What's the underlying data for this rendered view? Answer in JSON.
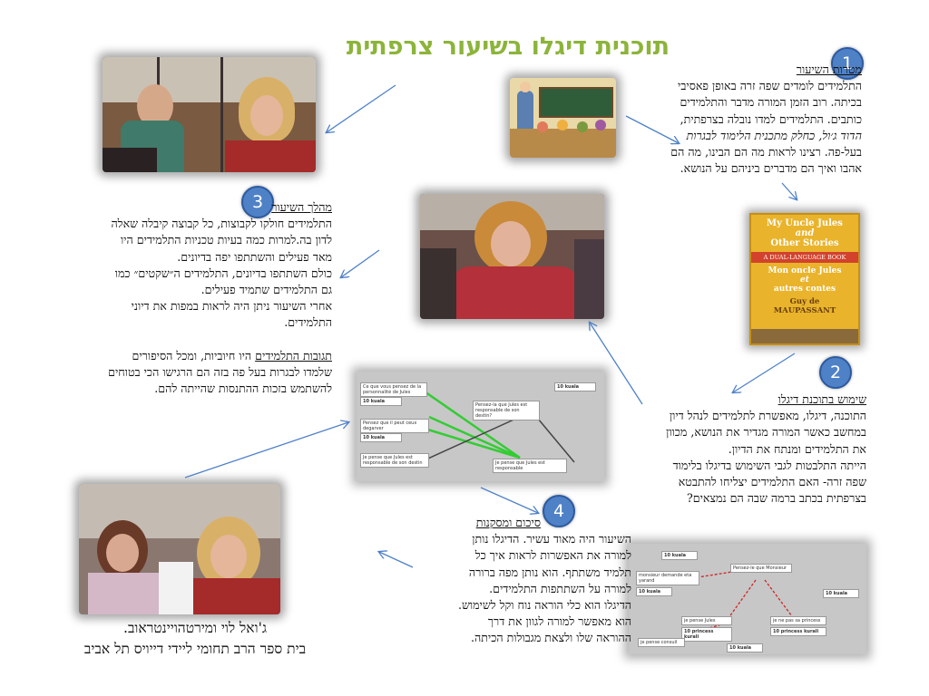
{
  "title": "תוכנית דיגלו בשיעור צרפתית",
  "badges": [
    "1",
    "2",
    "3",
    "4"
  ],
  "section1": {
    "heading": "מטרות השיעור",
    "lines": [
      "התלמידים לומדים שפה זרה באופן פאסיבי",
      "בכיתה. רוב הזמן המורה מדבר והתלמידים",
      "כותבים. התלמידים למדו נובלה בצרפתית,",
      "הדוד ג׳ול, כחלק מתכנית הלימוד לבגרות",
      "בעל-פה. רצינו לראות מה הם הבינו, מה הם",
      "אהבו ואיך הם מדברים ביניהם על הנושא."
    ]
  },
  "section2": {
    "heading": "שימוש בתוכנת דיגלו",
    "lines": [
      "התוכנה, דיגלו, מאפשרת לתלמידים לנהל דיון",
      "במחשב כאשר המורה מגדיר את הנושא, מכוון",
      "את התלמידים ומנתח  את הדיון.",
      "הייתה התלבטות לגבי השימוש בדיגלו בלימוד",
      "שפה זרה- האם התלמידים יצליחו להתבטא",
      "בצרפתית בכתב ברמה שבה הם נמצאים?"
    ]
  },
  "section3": {
    "heading": "מהלך השיעור",
    "lines": [
      "התלמידים חולקו לקבוצות, כל קבוצה קיבלה שאלה",
      "לדון בה.למרות כמה בעיות טכניות התלמידים היו",
      "מאד פעילים והשתתפו יפה בדיונים.",
      "כולם השתתפו בדיונים, התלמידים ה״שקטים״ כמו",
      "גם התלמידים שתמיד פעילים.",
      "אחרי השיעור ניתן היה לראות במפות את דיוני",
      "התלמידים."
    ],
    "reactions_heading": "תגובות התלמידים",
    "reactions_first": " היו חיוביות, ומכל הסיפורים",
    "reactions_lines": [
      "שלמדו לבגרות בעל פה בזה הם הרגישו הכי בטוחים",
      "להשתמש בזכות ההתנסות שהייתה להם."
    ]
  },
  "section4": {
    "heading": "סיכום ומסקנות",
    "lines": [
      "השיעור היה מאוד עשיר. הדיגלו נותן",
      "למורה את האפשרות לראות איך כל",
      "תלמיד משתתף. הוא נותן מפה ברורה",
      "למורה על השתתפות התלמידים.",
      "הדיגלו הוא כלי הוראה נוח וקל לשימוש.",
      "הוא מאפשר למורה לגוון את דרך",
      "ההוראה שלו ולצאת מגבולות הכיתה."
    ]
  },
  "book": {
    "title_en_1": "My Uncle Jules",
    "title_en_2": "and",
    "title_en_3": "Other Stories",
    "band": "A DUAL-LANGUAGE BOOK",
    "title_fr_1": "Mon oncle Jules",
    "title_fr_2": "et",
    "title_fr_3": "autres contes",
    "author_1": "Guy de",
    "author_2": "MAUPASSANT"
  },
  "map1_notes": [
    "Ce que vous pensez de la personnalité de Jules",
    "10 kuala",
    "Pensez-la que Jules est responsable de son destin?",
    "Pensez que il peut ceux degarver",
    "10 kuala",
    "Je pense que Jules est responsable de son destin",
    "Je pense que Jules est responsable",
    "10 kuala"
  ],
  "map2_notes": [
    "10 kuala",
    "monsieur demande eta yarand",
    "Pensez-le que Monsieur",
    "10 kuala",
    "10 kuala",
    "je pense Jules",
    "10 princess kurali",
    "je ne pas sa princess",
    "10 princess kurali",
    "je pense consuil",
    "10 kuala"
  ],
  "credit": {
    "line1": "ג'ואל לוי ומירטהויינטראוב.",
    "line2": "בית ספר הרב תחומי ליידי דייויס תל אביב"
  },
  "colors": {
    "title": "#8cb43a",
    "badge": "#4f81c7",
    "arrow": "#4f81c7",
    "green_link": "#33cc33",
    "red_link": "#d22222"
  }
}
